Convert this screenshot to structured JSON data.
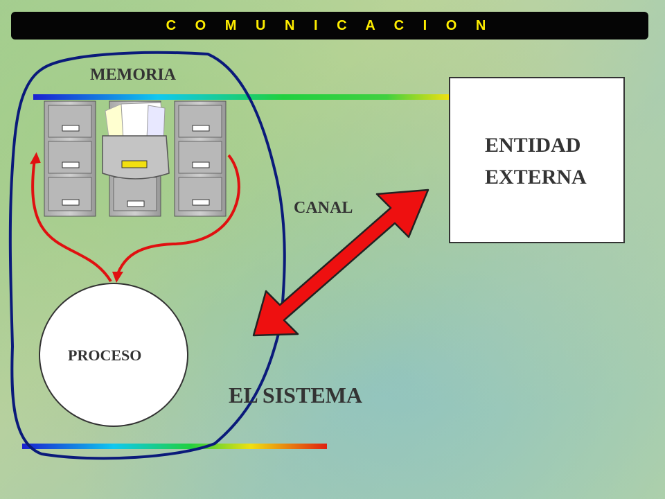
{
  "header": {
    "title": "C O M U N I C A C I O N"
  },
  "diagram": {
    "memoria_label": "MEMORIA",
    "canal_label": "CANAL",
    "sistema_label": "EL SISTEMA",
    "proceso_label": "PROCESO",
    "entity_line1": "ENTIDAD",
    "entity_line2": "EXTERNA"
  },
  "colors": {
    "title_bar": "#050505",
    "title_text": "#ffee00",
    "system_outline": "#0a1a7a",
    "flow_arrows": "#e01010"
  },
  "icons": [
    "filing-cabinet-icon",
    "filing-cabinet-open-icon"
  ]
}
